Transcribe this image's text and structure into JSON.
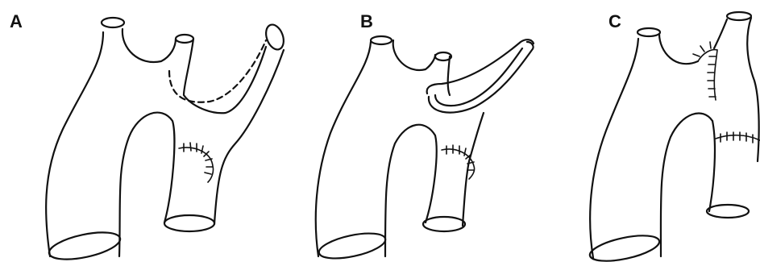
{
  "panels": [
    {
      "label": "A"
    },
    {
      "label": "B"
    },
    {
      "label": "C"
    }
  ],
  "colors": {
    "ink": "#111111",
    "background": "#ffffff"
  }
}
